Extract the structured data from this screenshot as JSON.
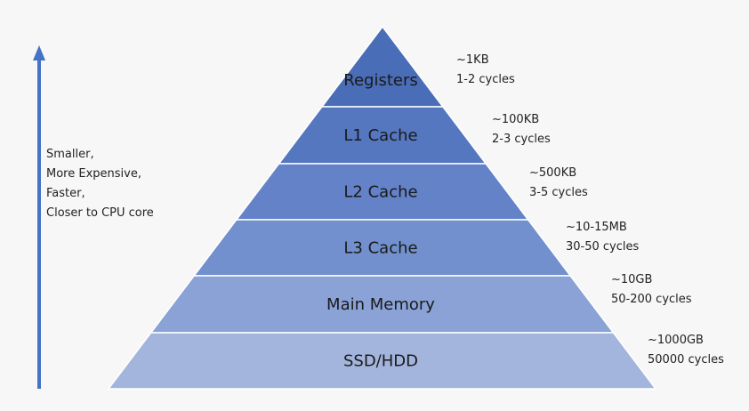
{
  "side_note": {
    "lines": [
      "Smaller,",
      "More Expensive,",
      "Faster,",
      "Closer to CPU core"
    ]
  },
  "colors": {
    "background": "#f7f7f7",
    "arrow": "#4472c4",
    "tiers": [
      "#4a6db8",
      "#5577c0",
      "#6382c8",
      "#7190cd",
      "#8aa2d6",
      "#a3b5dd"
    ],
    "tier_text": "#1a1a1a",
    "separator": "#ffffff"
  },
  "pyramid": {
    "tiers": [
      {
        "label": "Registers",
        "size": "~1KB",
        "latency": "1-2 cycles"
      },
      {
        "label": "L1 Cache",
        "size": "~100KB",
        "latency": "2-3 cycles"
      },
      {
        "label": "L2 Cache",
        "size": "~500KB",
        "latency": "3-5 cycles"
      },
      {
        "label": "L3 Cache",
        "size": "~10-15MB",
        "latency": "30-50 cycles"
      },
      {
        "label": "Main Memory",
        "size": "~10GB",
        "latency": "50-200 cycles"
      },
      {
        "label": "SSD/HDD",
        "size": "~1000GB",
        "latency": "50000 cycles"
      }
    ]
  }
}
